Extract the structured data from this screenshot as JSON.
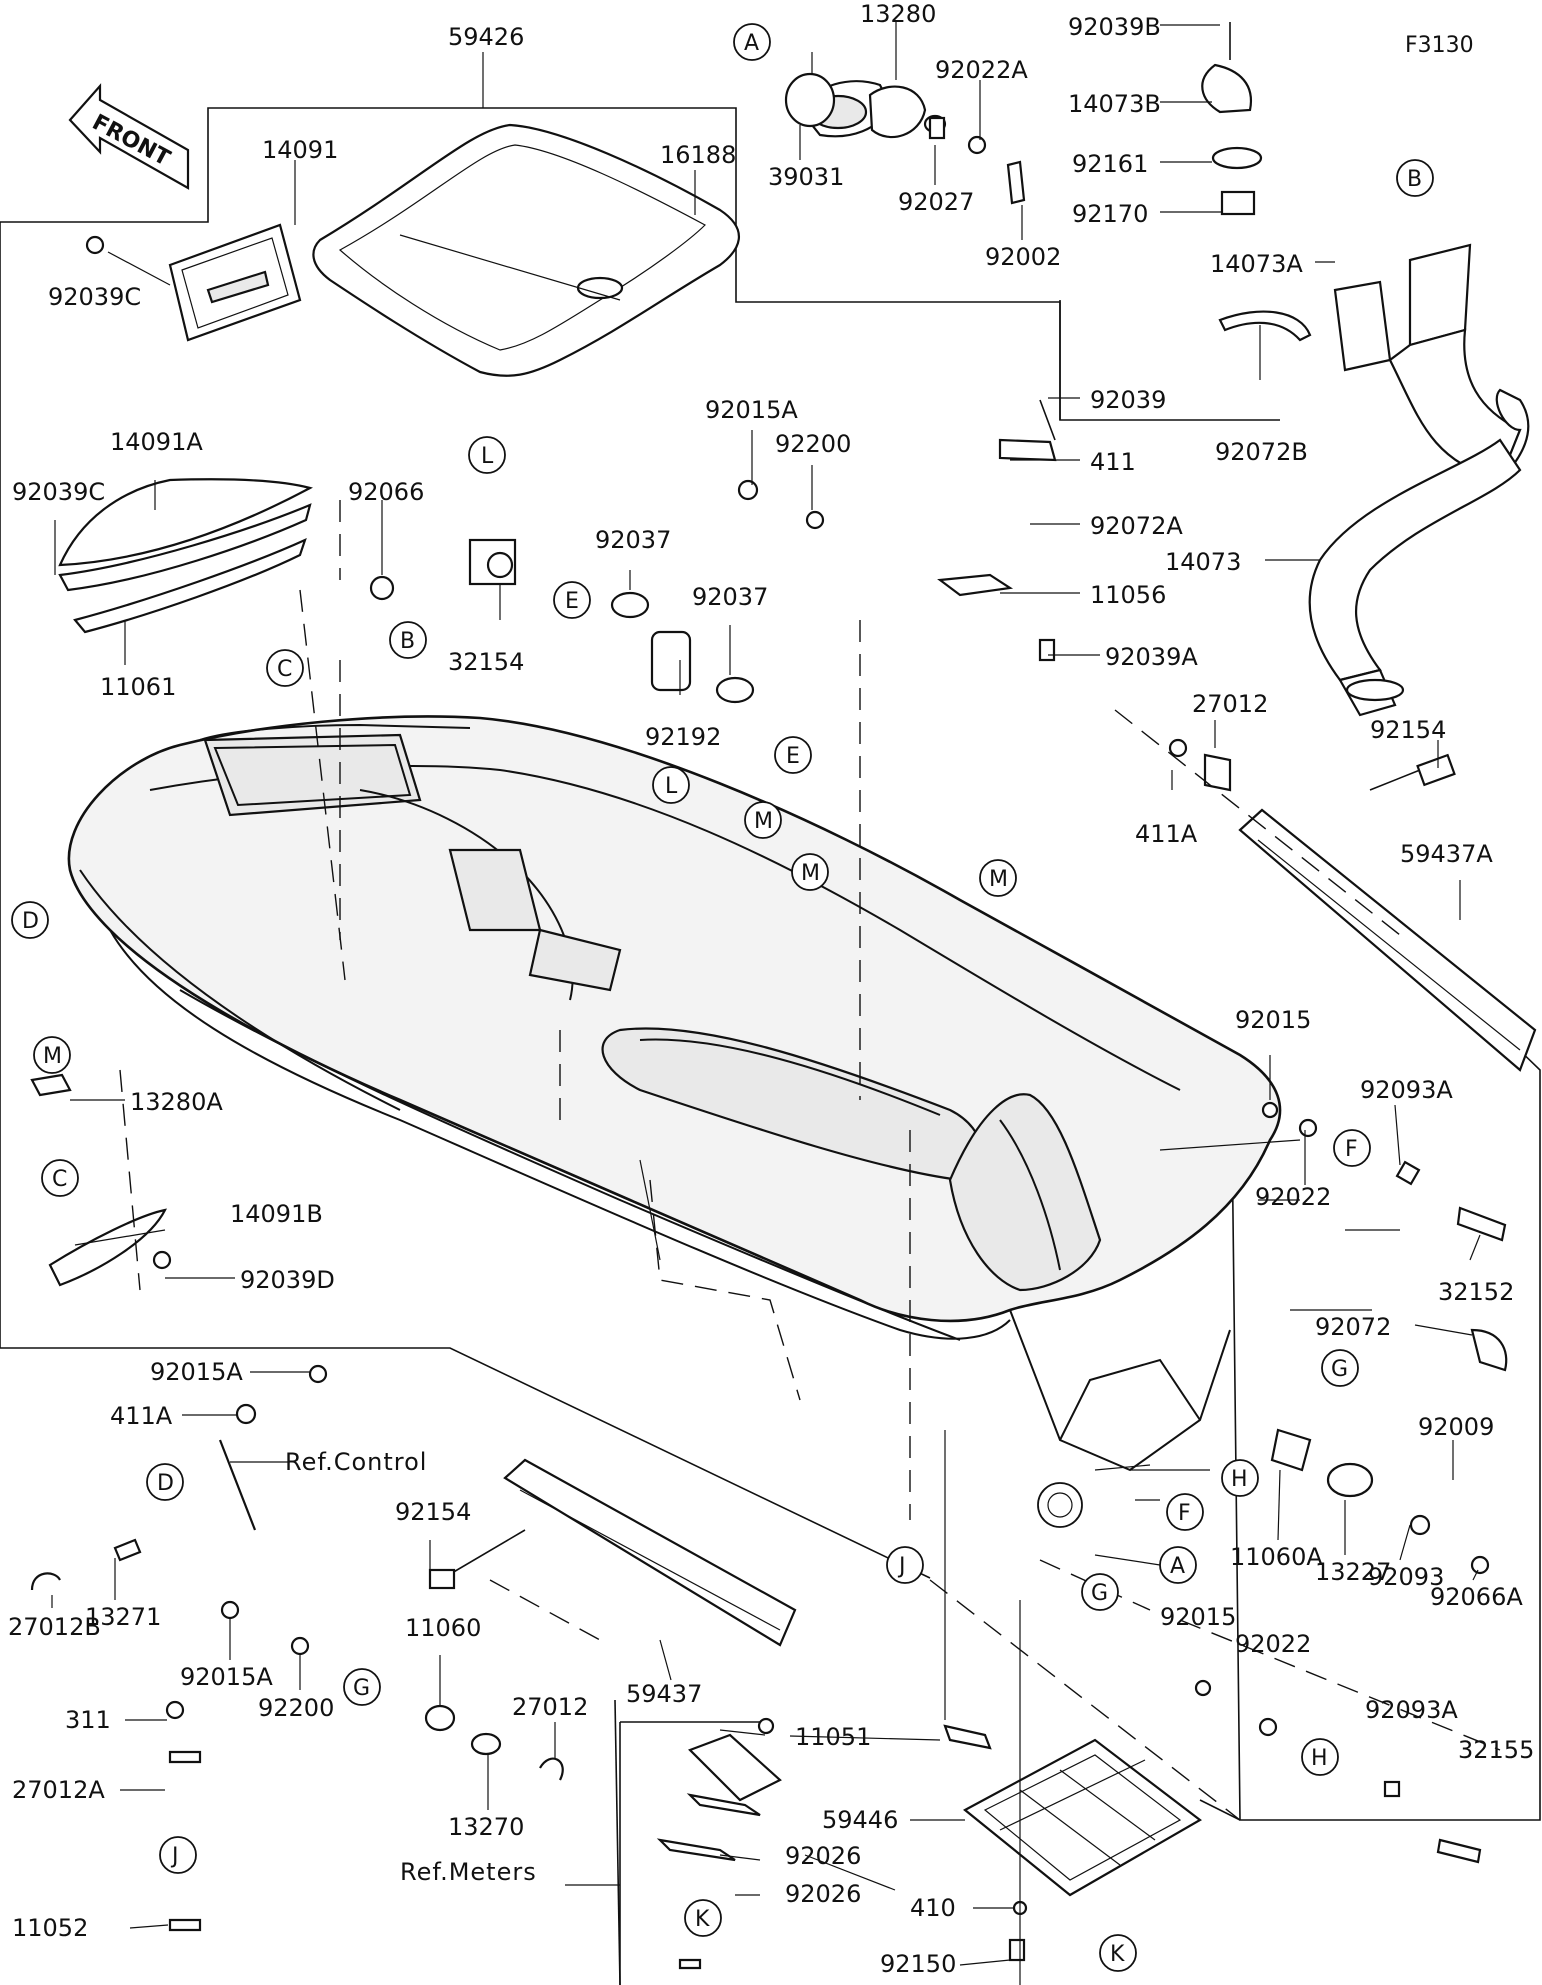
{
  "figure_code": "F3130",
  "front_label": "FRONT",
  "ref_labels": {
    "control": "Ref.Control",
    "meters": "Ref.Meters"
  },
  "parts": [
    {
      "id": "p59426",
      "text": "59426"
    },
    {
      "id": "p14091",
      "text": "14091"
    },
    {
      "id": "p16188",
      "text": "16188"
    },
    {
      "id": "p92039C_a",
      "text": "92039C"
    },
    {
      "id": "p14091A",
      "text": "14091A"
    },
    {
      "id": "p92039C_b",
      "text": "92039C"
    },
    {
      "id": "p11061",
      "text": "11061"
    },
    {
      "id": "p92066",
      "text": "92066"
    },
    {
      "id": "p13280",
      "text": "13280"
    },
    {
      "id": "p39031",
      "text": "39031"
    },
    {
      "id": "p92022A",
      "text": "92022A"
    },
    {
      "id": "p92027",
      "text": "92027"
    },
    {
      "id": "p92002",
      "text": "92002"
    },
    {
      "id": "p92039B",
      "text": "92039B"
    },
    {
      "id": "p14073B",
      "text": "14073B"
    },
    {
      "id": "p92161",
      "text": "92161"
    },
    {
      "id": "p92170",
      "text": "92170"
    },
    {
      "id": "p14073A",
      "text": "14073A"
    },
    {
      "id": "p92072B",
      "text": "92072B"
    },
    {
      "id": "p14073",
      "text": "14073"
    },
    {
      "id": "p92015A_top",
      "text": "92015A"
    },
    {
      "id": "p92200_top",
      "text": "92200"
    },
    {
      "id": "p92039",
      "text": "92039"
    },
    {
      "id": "p411",
      "text": "411"
    },
    {
      "id": "p92072A",
      "text": "92072A"
    },
    {
      "id": "p11056",
      "text": "11056"
    },
    {
      "id": "p92039A",
      "text": "92039A"
    },
    {
      "id": "p92037_a",
      "text": "92037"
    },
    {
      "id": "p92037_b",
      "text": "92037"
    },
    {
      "id": "p32154",
      "text": "32154"
    },
    {
      "id": "p92192",
      "text": "92192"
    },
    {
      "id": "p27012_top",
      "text": "27012"
    },
    {
      "id": "p411A_top",
      "text": "411A"
    },
    {
      "id": "p92154_top",
      "text": "92154"
    },
    {
      "id": "p59437A",
      "text": "59437A"
    },
    {
      "id": "p13280A",
      "text": "13280A"
    },
    {
      "id": "p14091B",
      "text": "14091B"
    },
    {
      "id": "p92039D",
      "text": "92039D"
    },
    {
      "id": "p92015_r",
      "text": "92015"
    },
    {
      "id": "p92093A_r",
      "text": "92093A"
    },
    {
      "id": "p92022_r",
      "text": "92022"
    },
    {
      "id": "p32152",
      "text": "32152"
    },
    {
      "id": "p92072",
      "text": "92072"
    },
    {
      "id": "p92009",
      "text": "92009"
    },
    {
      "id": "p11060A",
      "text": "11060A"
    },
    {
      "id": "p13227",
      "text": "13227"
    },
    {
      "id": "p92093",
      "text": "92093"
    },
    {
      "id": "p92066A",
      "text": "92066A"
    },
    {
      "id": "p92015A_l",
      "text": "92015A"
    },
    {
      "id": "p411A_l",
      "text": "411A"
    },
    {
      "id": "p13271",
      "text": "13271"
    },
    {
      "id": "p27012B",
      "text": "27012B"
    },
    {
      "id": "p92154_b",
      "text": "92154"
    },
    {
      "id": "p59437",
      "text": "59437"
    },
    {
      "id": "p11060",
      "text": "11060"
    },
    {
      "id": "p92015A_b",
      "text": "92015A"
    },
    {
      "id": "p92200_b",
      "text": "92200"
    },
    {
      "id": "p27012_b",
      "text": "27012"
    },
    {
      "id": "p13270",
      "text": "13270"
    },
    {
      "id": "p311",
      "text": "311"
    },
    {
      "id": "p27012A",
      "text": "27012A"
    },
    {
      "id": "p11052",
      "text": "11052"
    },
    {
      "id": "p11051",
      "text": "11051"
    },
    {
      "id": "p59446",
      "text": "59446"
    },
    {
      "id": "p92026_a",
      "text": "92026"
    },
    {
      "id": "p92026_b",
      "text": "92026"
    },
    {
      "id": "p410",
      "text": "410"
    },
    {
      "id": "p92150",
      "text": "92150"
    },
    {
      "id": "p92015_b",
      "text": "92015"
    },
    {
      "id": "p92022_b",
      "text": "92022"
    },
    {
      "id": "p92093A_b",
      "text": "92093A"
    },
    {
      "id": "p32155",
      "text": "32155"
    }
  ],
  "callouts": [
    {
      "id": "cA1",
      "text": "A"
    },
    {
      "id": "cB1",
      "text": "B"
    },
    {
      "id": "cL1",
      "text": "L"
    },
    {
      "id": "cE1",
      "text": "E"
    },
    {
      "id": "cC1",
      "text": "C"
    },
    {
      "id": "cB2",
      "text": "B"
    },
    {
      "id": "cE2",
      "text": "E"
    },
    {
      "id": "cL2",
      "text": "L"
    },
    {
      "id": "cM1",
      "text": "M"
    },
    {
      "id": "cM2",
      "text": "M"
    },
    {
      "id": "cM3",
      "text": "M"
    },
    {
      "id": "cD1",
      "text": "D"
    },
    {
      "id": "cM4",
      "text": "M"
    },
    {
      "id": "cC2",
      "text": "C"
    },
    {
      "id": "cF1",
      "text": "F"
    },
    {
      "id": "cG1",
      "text": "G"
    },
    {
      "id": "cH1",
      "text": "H"
    },
    {
      "id": "cF2",
      "text": "F"
    },
    {
      "id": "cA2",
      "text": "A"
    },
    {
      "id": "cG2",
      "text": "G"
    },
    {
      "id": "cJ1",
      "text": "J"
    },
    {
      "id": "cD2",
      "text": "D"
    },
    {
      "id": "cG3",
      "text": "G"
    },
    {
      "id": "cJ2",
      "text": "J"
    },
    {
      "id": "cH2",
      "text": "H"
    },
    {
      "id": "cK1",
      "text": "K"
    },
    {
      "id": "cK2",
      "text": "K"
    }
  ]
}
